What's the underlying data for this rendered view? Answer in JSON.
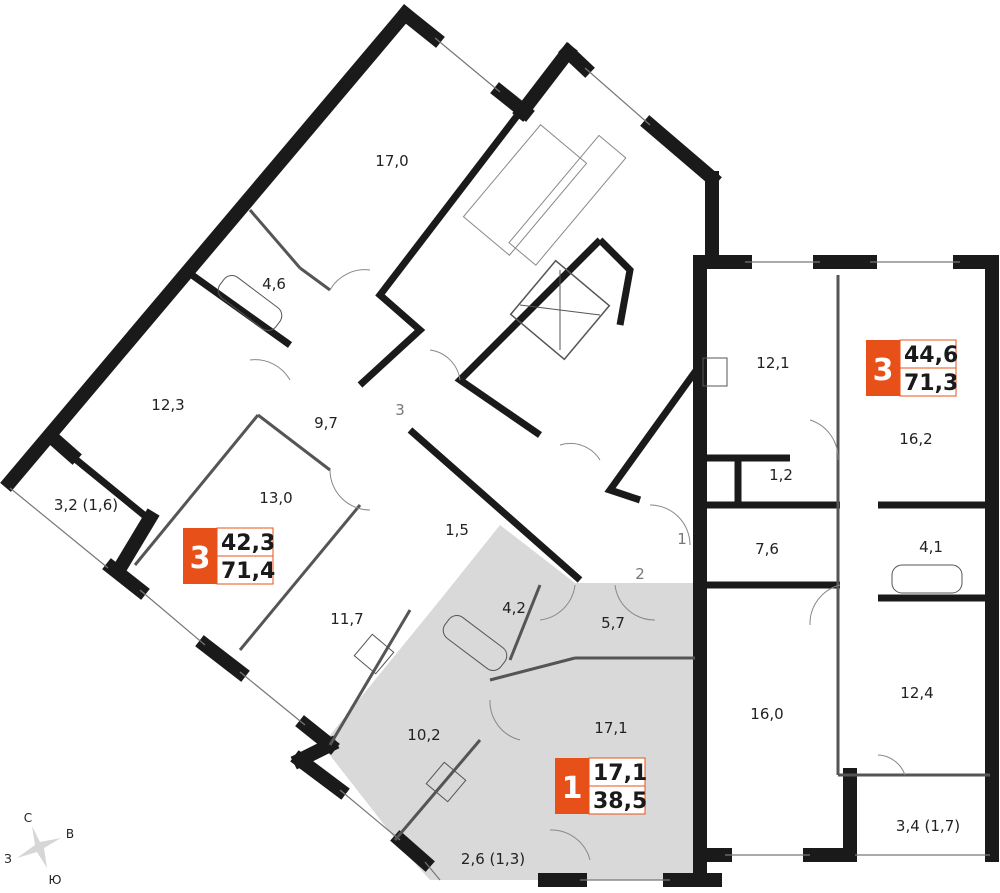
{
  "colors": {
    "accent": "#e8501a",
    "highlight_fill": "#d9d9d9",
    "wall": "#1a1a1a"
  },
  "rooms": {
    "r1": "17,0",
    "r2": "4,6",
    "r3": "12,3",
    "r4": "9,7",
    "r5": "13,0",
    "r6": "3,2 (1,6)",
    "r7": "1,5",
    "r8": "11,7",
    "r9": "4,2",
    "r10": "5,7",
    "r11": "17,1",
    "r12": "10,2",
    "r13": "2,6 (1,3)",
    "r14": "12,1",
    "r15": "16,2",
    "r16": "1,2",
    "r17": "7,6",
    "r18": "4,1",
    "r19": "16,0",
    "r20": "12,4",
    "r21": "3,4 (1,7)"
  },
  "entrances": {
    "e1": "1",
    "e2": "2",
    "e3": "3"
  },
  "apartments": [
    {
      "rooms": "3",
      "living": "42,3",
      "total": "71,4"
    },
    {
      "rooms": "3",
      "living": "44,6",
      "total": "71,3"
    },
    {
      "rooms": "1",
      "living": "17,1",
      "total": "38,5"
    }
  ],
  "compass": {
    "n": "С",
    "e": "В",
    "w": "З",
    "s": "Ю"
  }
}
